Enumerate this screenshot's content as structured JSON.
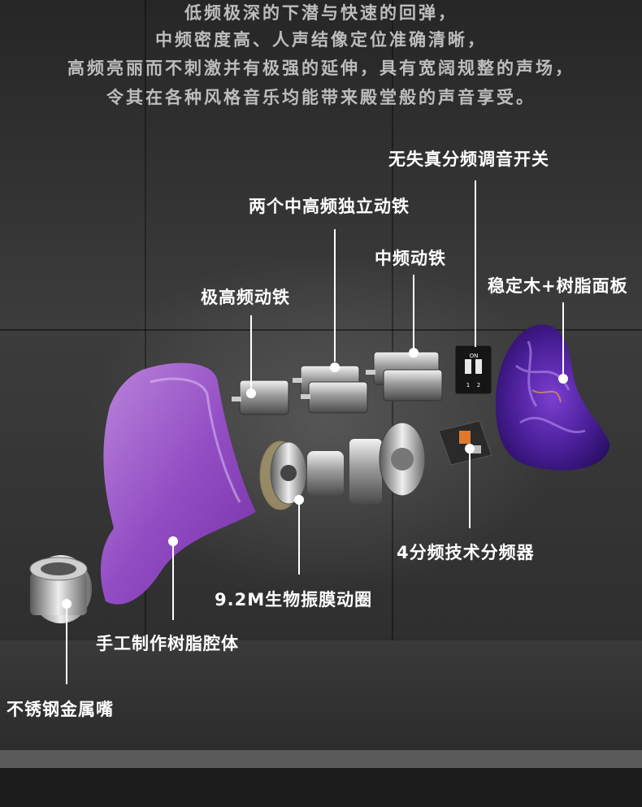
{
  "intro_lines": [
    "低频极深的下潜与快速的回弹，",
    "中频密度高、人声结像定位准确清晰，",
    "高频亮丽而不刺激并有极强的延伸，具有宽阔规整的声场，",
    "令其在各种风格音乐均能带来殿堂般的声音享受。"
  ],
  "labels": {
    "switch": "无失真分频调音开关",
    "dual_ba": "两个中高频独立动铁",
    "mid_ba": "中频动铁",
    "faceplate": "稳定木+树脂面板",
    "ultra_high_ba": "极高频动铁",
    "crossover": "4分频技术分频器",
    "dynamic_driver": "9.2M生物振膜动圈",
    "shell": "手工制作树脂腔体",
    "nozzle": "不锈钢金属嘴"
  },
  "switch_marks": {
    "on": "ON",
    "one": "1",
    "two": "2"
  },
  "colors": {
    "resin": "#9b4fd0",
    "faceplate": "#5a2aa8",
    "accent": "#e07a2a"
  }
}
